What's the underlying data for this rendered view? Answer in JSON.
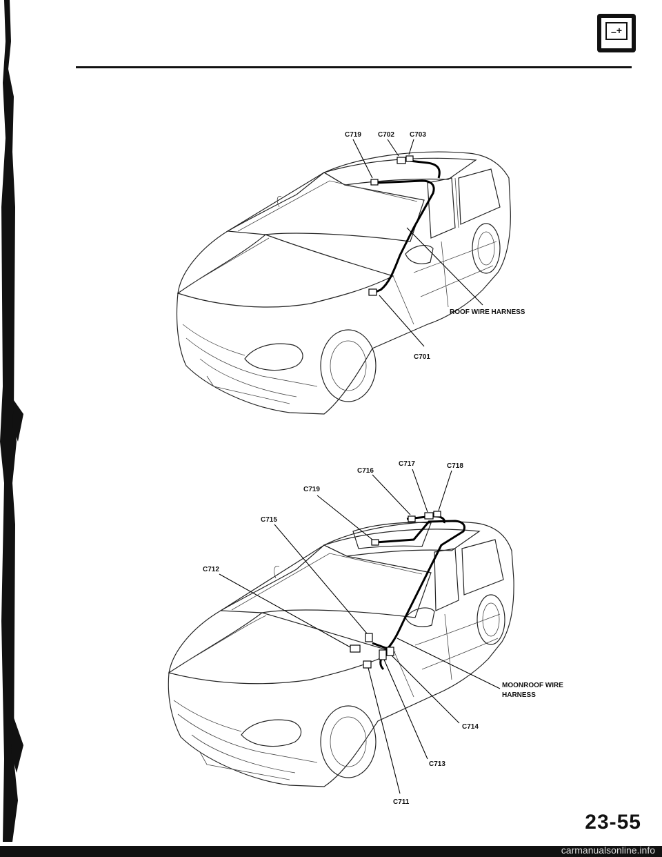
{
  "page_number": "23-55",
  "battery_icon": {
    "name": "battery-icon",
    "minus": "–",
    "plus": "+"
  },
  "watermark": "carmanualsonline.info",
  "roof_diagram": {
    "connectors": [
      "C719",
      "C702",
      "C703",
      "C701"
    ],
    "harness_label": "ROOF WIRE HARNESS"
  },
  "moonroof_diagram": {
    "connectors": [
      "C717",
      "C718",
      "C716",
      "C719",
      "C715",
      "C712",
      "C714",
      "C713",
      "C711"
    ],
    "harness_label_line1": "MOONROOF WIRE",
    "harness_label_line2": "HARNESS"
  },
  "colors": {
    "ink": "#111111",
    "paper": "#ffffff"
  }
}
